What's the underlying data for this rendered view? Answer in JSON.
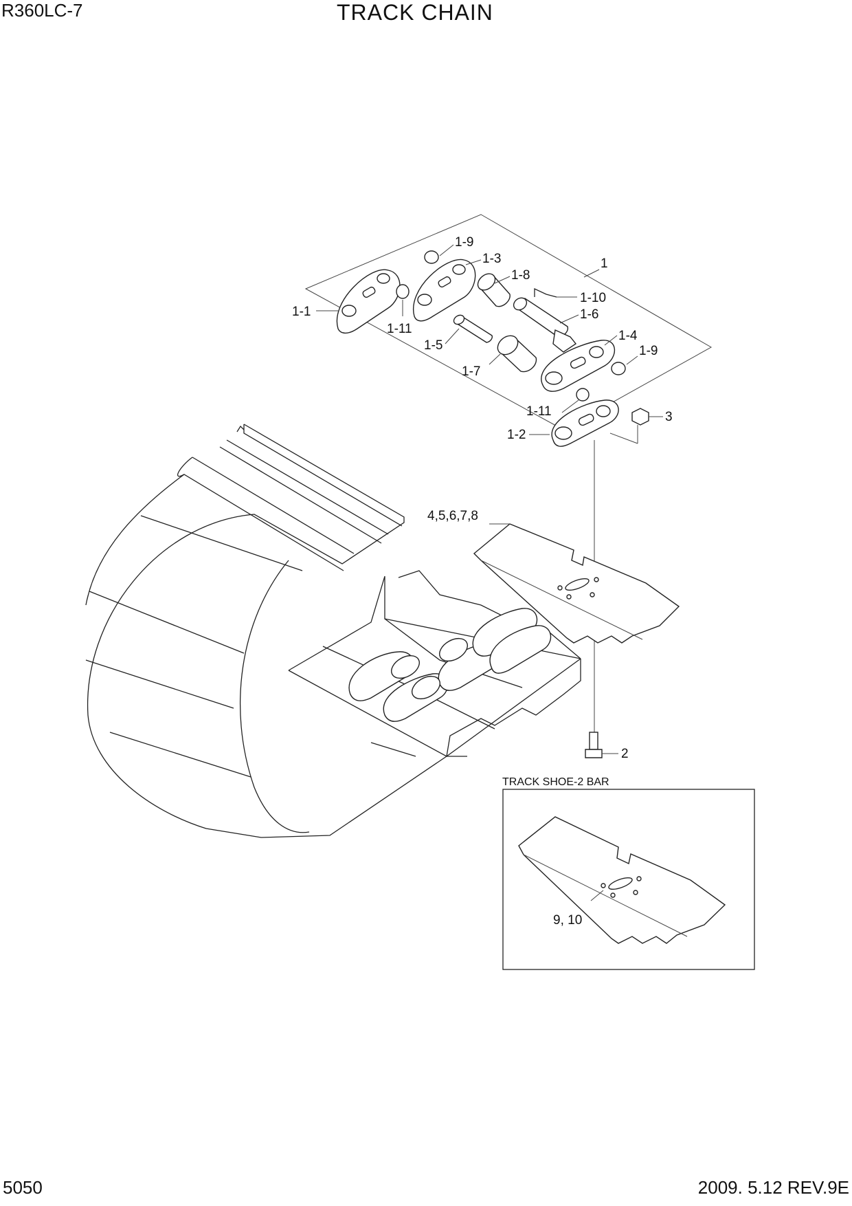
{
  "header": {
    "model": "R360LC-7",
    "title": "TRACK CHAIN"
  },
  "footer": {
    "page_number": "5050",
    "revision": "2009. 5.12  REV.9E"
  },
  "callouts": {
    "c1_9_top": "1-9",
    "c1_3": "1-3",
    "c1": "1",
    "c1_8": "1-8",
    "c1_10": "1-10",
    "c1_6": "1-6",
    "c1_1": "1-1",
    "c1_11_top": "1-11",
    "c1_5": "1-5",
    "c1_4": "1-4",
    "c1_9_right": "1-9",
    "c1_7": "1-7",
    "c1_11_lower": "1-11",
    "c3": "3",
    "c1_2": "1-2",
    "c4_8": "4,5,6,7,8",
    "c2": "2",
    "c9_10": "9, 10"
  },
  "inset": {
    "title": "TRACK SHOE-2 BAR"
  }
}
